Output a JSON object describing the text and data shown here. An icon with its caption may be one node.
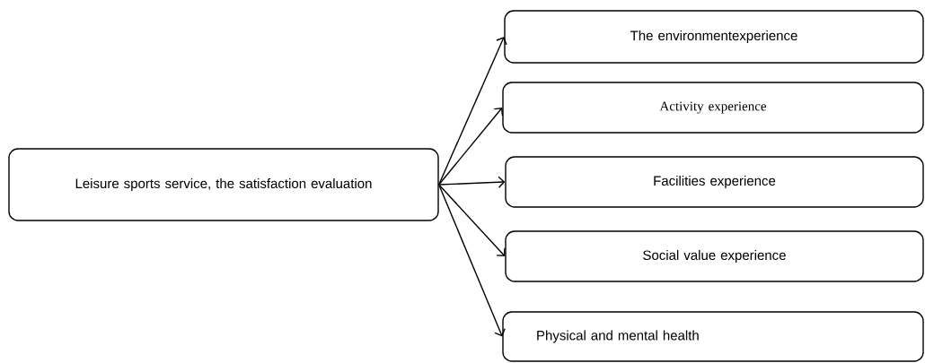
{
  "diagram": {
    "nodes": [
      {
        "text": [
          "Leisure sports service, the satisfaction evaluation"
        ]
      },
      {
        "text": [
          "The environmentexperience"
        ]
      },
      {
        "text": [
          "Activity experience"
        ]
      },
      {
        "text": [
          "Facilities experience"
        ]
      },
      {
        "text": [
          "Social value experience"
        ]
      },
      {
        "text": [
          "Physical and mental health"
        ]
      }
    ],
    "edges": [
      {
        "from": 0,
        "to": 1,
        "arrow": "to"
      },
      {
        "from": 0,
        "to": 2,
        "arrow": "to"
      },
      {
        "from": 0,
        "to": 3,
        "arrow": "to"
      },
      {
        "from": 0,
        "to": 4,
        "arrow": "to"
      },
      {
        "from": 0,
        "to": 5,
        "arrow": "to"
      }
    ]
  }
}
